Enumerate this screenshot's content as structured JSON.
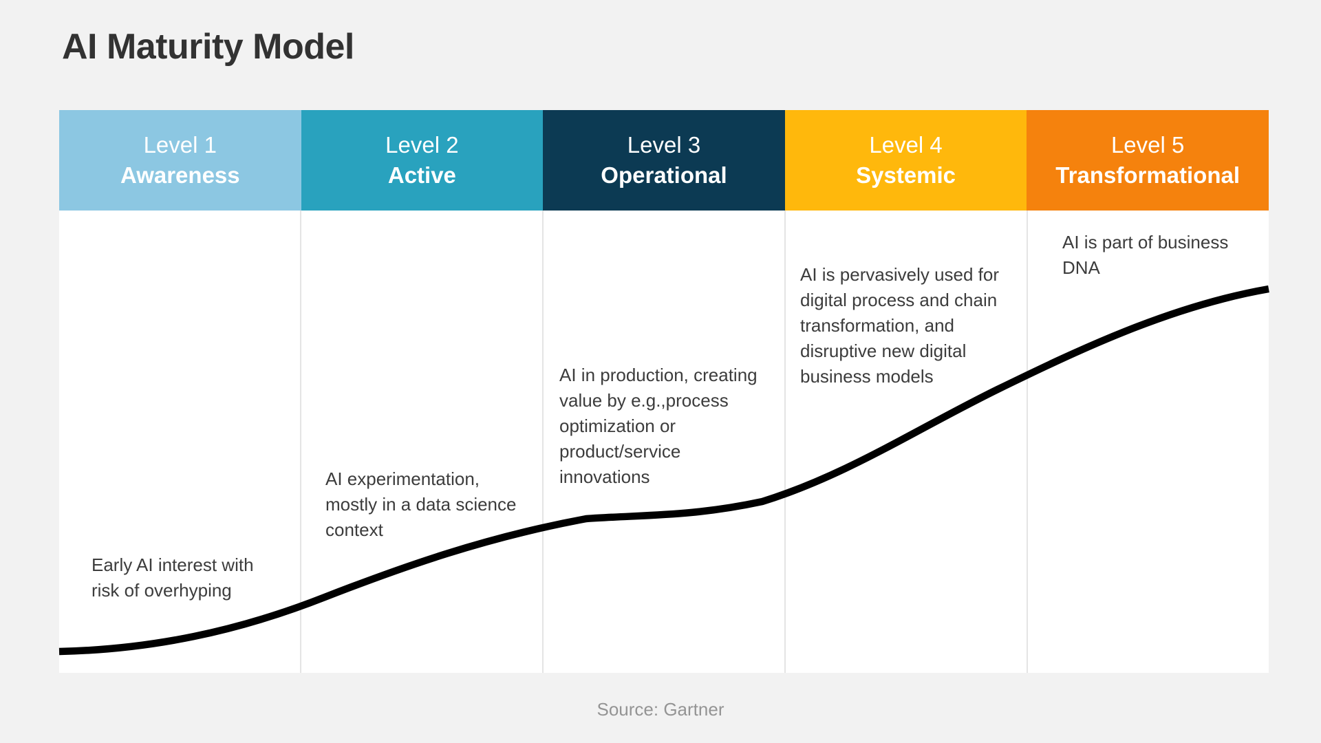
{
  "title": "AI Maturity Model",
  "source": "Source: Gartner",
  "levels": [
    {
      "level": "Level 1",
      "name": "Awareness",
      "color": "#8CC7E2",
      "description": "Early AI interest with\nrisk of overhyping"
    },
    {
      "level": "Level 2",
      "name": "Active",
      "color": "#29A2BE",
      "description": "AI experimentation,\nmostly in a data science\ncontext"
    },
    {
      "level": "Level 3",
      "name": "Operational",
      "color": "#0C3A53",
      "description": "AI in production, creating\nvalue by e.g.,process\noptimization or\nproduct/service\ninnovations"
    },
    {
      "level": "Level 4",
      "name": "Systemic",
      "color": "#FFB80C",
      "description": "AI is pervasively used for\ndigital process and chain\ntransformation, and\ndisruptive new digital\nbusiness models"
    },
    {
      "level": "Level 5",
      "name": "Transformational",
      "color": "#F5820D",
      "description": "AI is part of business\nDNA"
    }
  ],
  "curve": {
    "color": "#000000"
  }
}
